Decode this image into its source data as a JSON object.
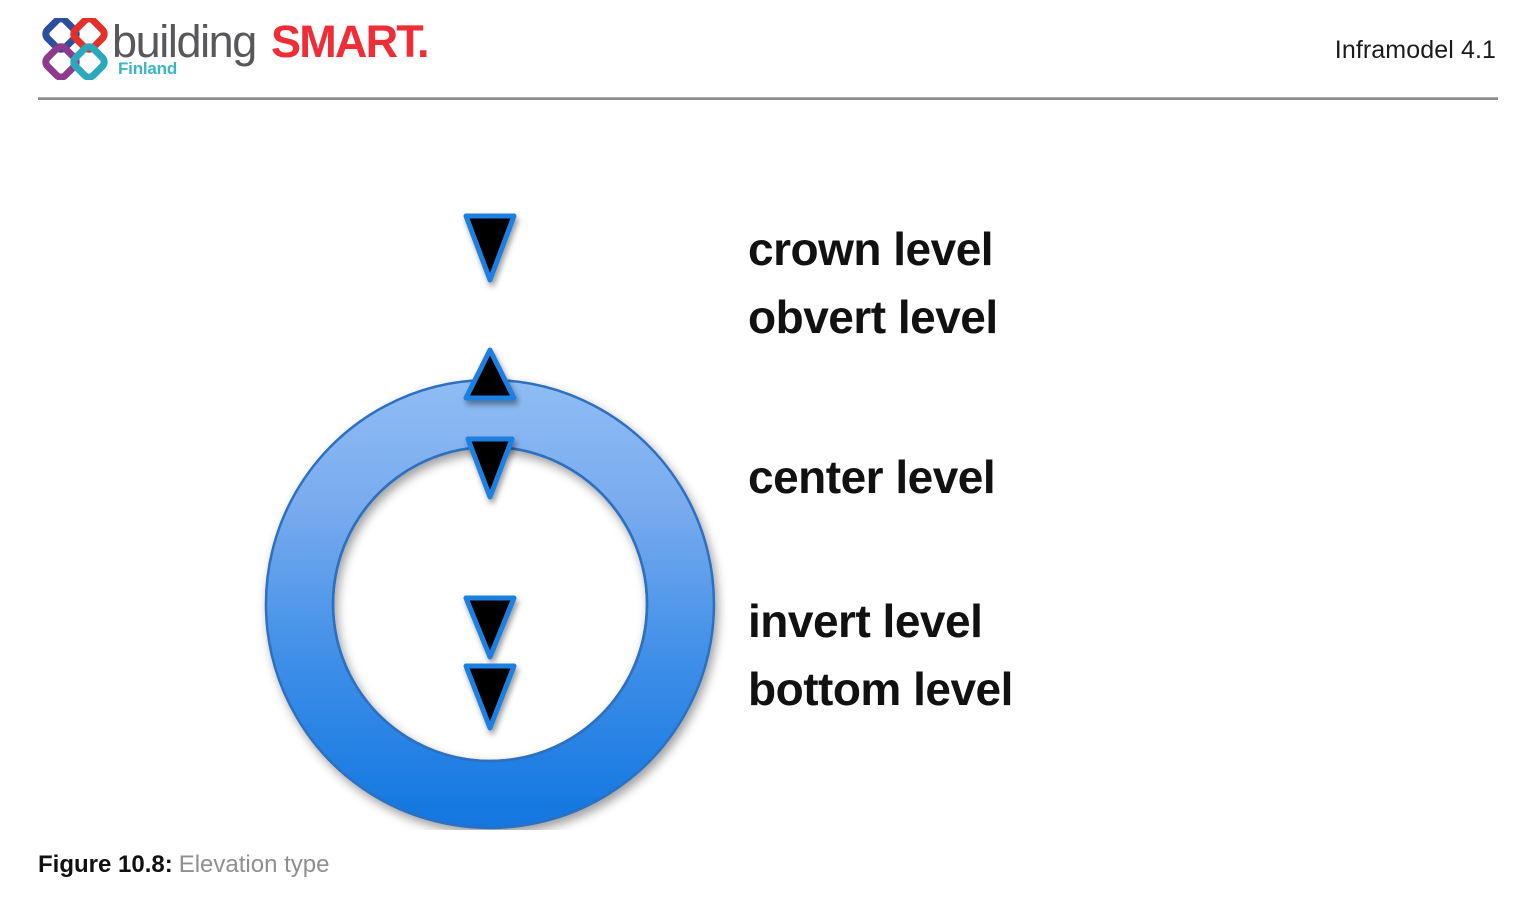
{
  "header": {
    "logo": {
      "icon_name": "buildingsmart-interlocking-squares-logo",
      "word_building": "building",
      "word_smart": "SMART.",
      "word_chapter": "Finland",
      "colors": {
        "square_top_left": "#2b4f9e",
        "square_top_right": "#e4302b",
        "square_bottom_left": "#8e3b8e",
        "square_bottom_right": "#2aa9bd",
        "building_text": "#58585a",
        "smart_text": "#ef2d36",
        "finland_text": "#3ab5c4"
      }
    },
    "document_title": "Inframodel 4.1",
    "rule_color": "#8d8d8d"
  },
  "figure": {
    "diagram_name": "pipe-cross-section-elevation-types",
    "pipe": {
      "outer_fill_top": "#7fb0ef",
      "outer_fill_bottom": "#1a7fe2",
      "stroke": "#2d6fc0",
      "inner_fill": "#ffffff"
    },
    "markers": [
      {
        "id": "crown",
        "direction": "down",
        "label": "crown level",
        "anchor": "outer-circle-top"
      },
      {
        "id": "obvert",
        "direction": "up",
        "label": "obvert level",
        "anchor": "inner-circle-top"
      },
      {
        "id": "center",
        "direction": "down",
        "label": "center level",
        "anchor": "circle-center"
      },
      {
        "id": "invert",
        "direction": "down",
        "label": "invert level",
        "anchor": "inner-circle-bottom"
      },
      {
        "id": "bottom",
        "direction": "down",
        "label": "bottom level",
        "anchor": "outer-circle-bottom"
      }
    ],
    "marker_fill": "#000000",
    "marker_stroke": "#1a7fe2",
    "labels": {
      "crown": "crown level",
      "obvert": "obvert level",
      "center": "center level",
      "invert": "invert level",
      "bottom": "bottom level"
    }
  },
  "caption": {
    "number": "Figure 10.8:",
    "text": "Elevation type"
  }
}
